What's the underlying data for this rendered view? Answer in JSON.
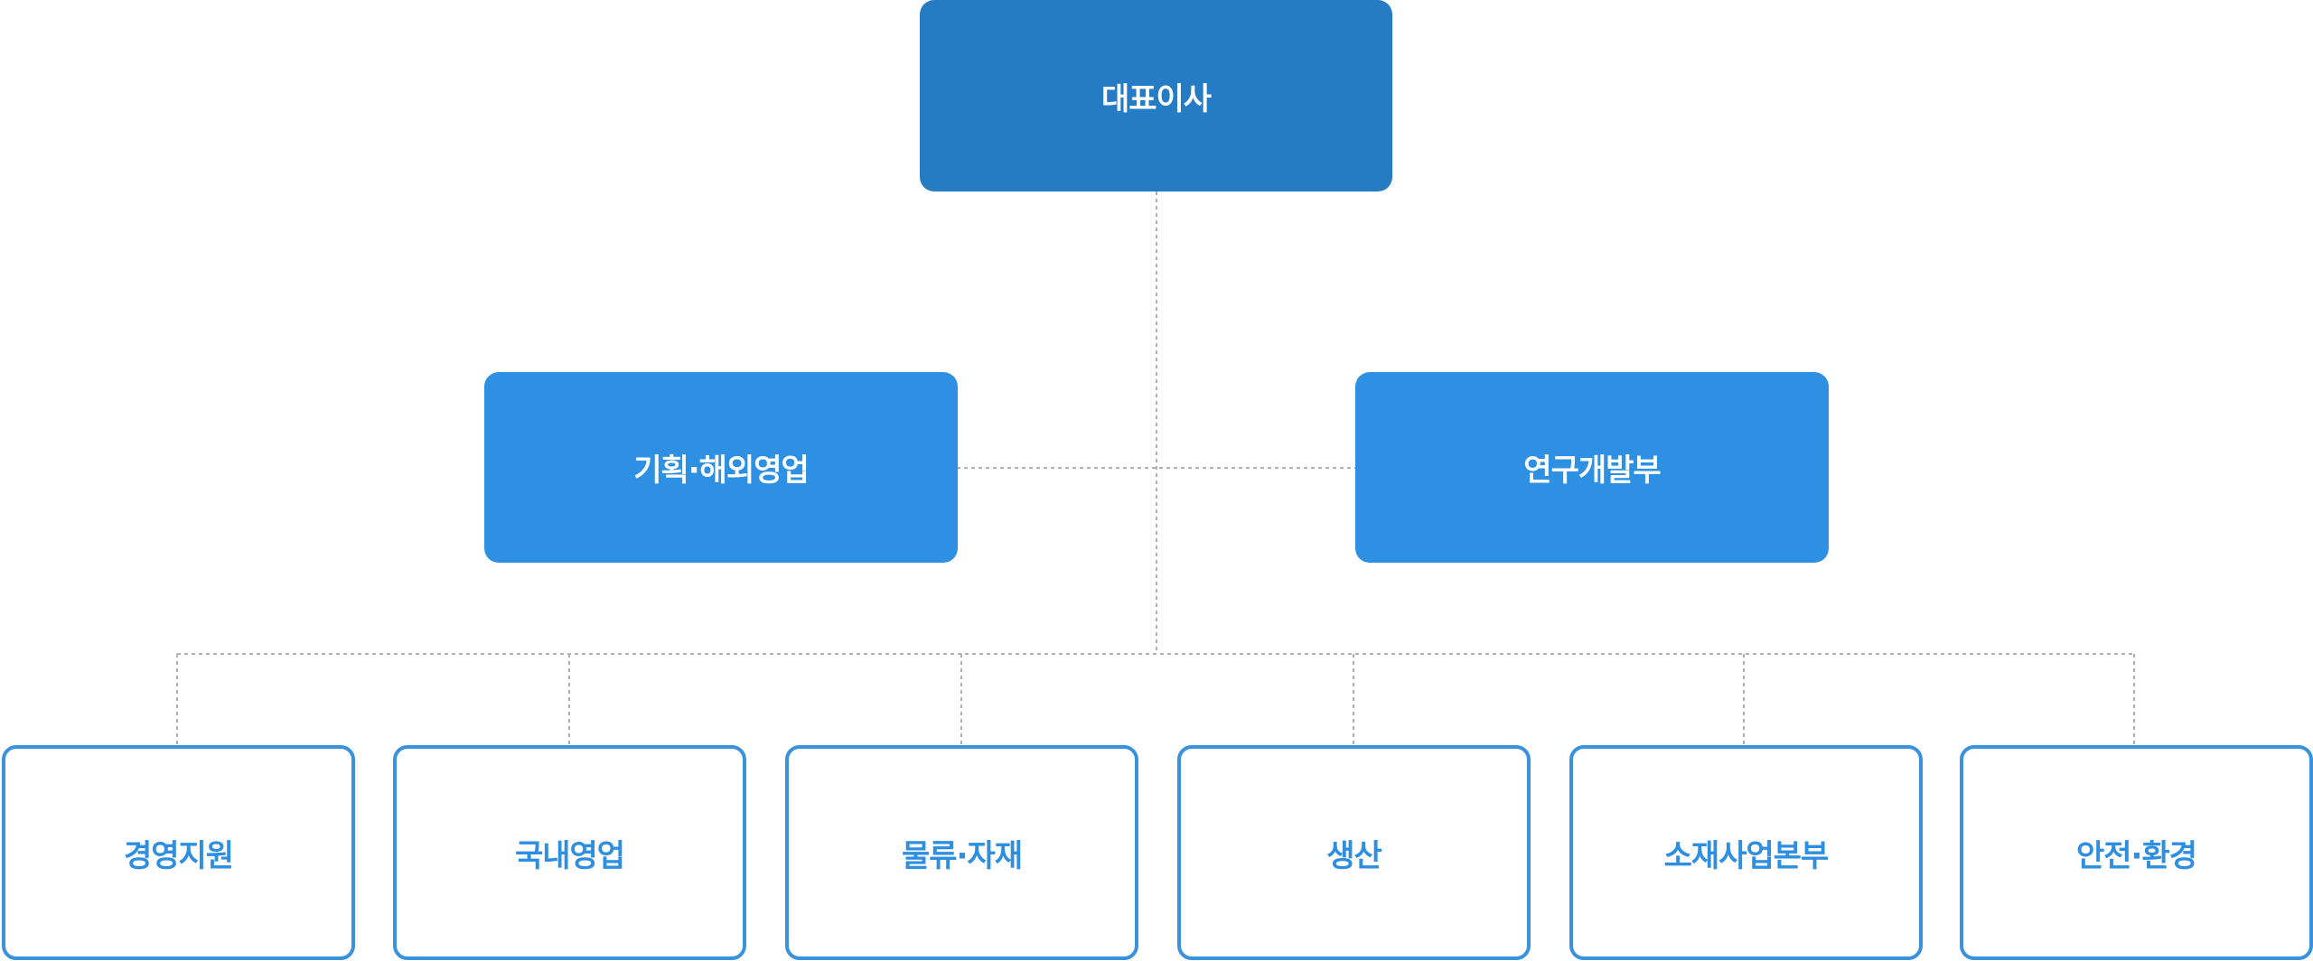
{
  "org": {
    "ceo": "대표이사",
    "divisions": [
      "기획·해외영업",
      "연구개발부"
    ],
    "departments": [
      "경영지원",
      "국내영업",
      "물류·자재",
      "생산",
      "소재사업본부",
      "안전·환경"
    ]
  },
  "colors": {
    "ceo_fill": "#267CC4",
    "division_fill": "#2E90E2",
    "department_border": "#3A92DD",
    "department_text": "#2E8EE0",
    "connector": "#B0B0B0",
    "marker": "#2E90E2"
  }
}
